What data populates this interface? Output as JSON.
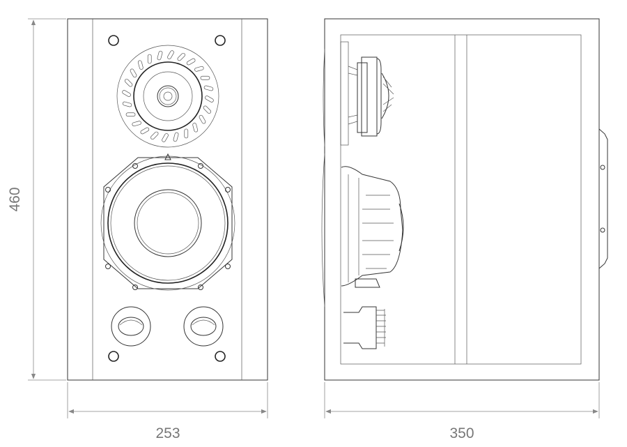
{
  "dimensions": {
    "height_label": "460",
    "width_label": "253",
    "depth_label": "350"
  },
  "colors": {
    "line": "#333333",
    "dimension": "#888888"
  }
}
